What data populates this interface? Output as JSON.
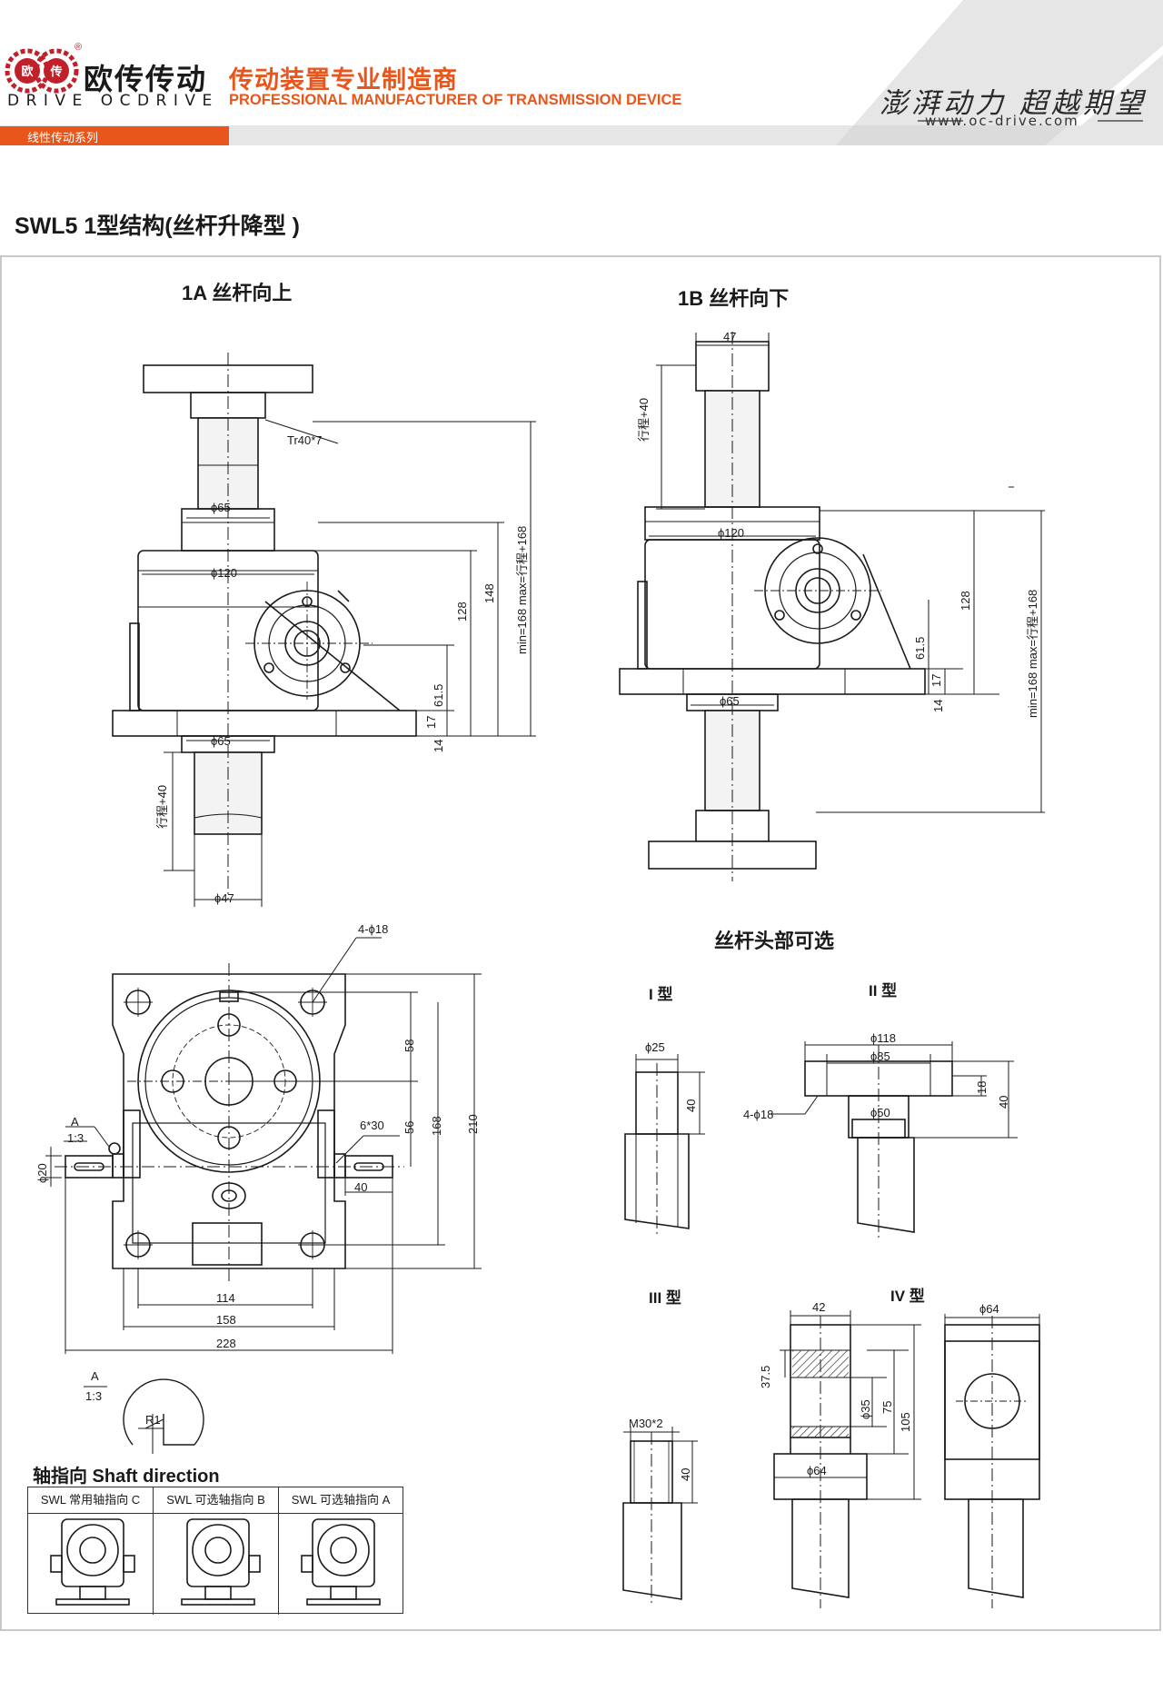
{
  "header": {
    "brand_cn": "欧传传动",
    "brand_en": "DRIVE OCDRIVE",
    "logo_glyph_left": "欧",
    "logo_glyph_right": "传",
    "registered": "®",
    "slogan_cn": "传动装置专业制造商",
    "slogan_en": "PROFESSIONAL MANUFACTURER OF TRANSMISSION DEVICE",
    "hand_slogan": "澎湃动力 超越期望",
    "website": "www.oc-drive.com",
    "series_label": "线性传动系列",
    "accent_color": "#e8561c",
    "band_color": "#e6e6e6"
  },
  "page_title": "SWL5 1型结构(丝杆升降型 )",
  "views": {
    "a": {
      "title": "1A 丝杆向上",
      "thread": "Tr40*7",
      "dia_screw": "ϕ65",
      "dia_body": "ϕ120",
      "dia_bottom": "ϕ65",
      "dia_tube": "ϕ47",
      "d128": "128",
      "d148": "148",
      "d168": "min=168 max=行程+168",
      "d615": "61.5",
      "d17": "17",
      "d14": "14",
      "stroke": "行程+40"
    },
    "b": {
      "title": "1B 丝杆向下",
      "d47": "47",
      "stroke": "行程+40",
      "dia_body": "ϕ120",
      "d128": "128",
      "d615": "61.5",
      "d17": "17",
      "d14": "14",
      "dia_bottom": "ϕ65",
      "d168": "min=168 max=行程+168"
    }
  },
  "top_view": {
    "holes": "4-ϕ18",
    "d58": "58",
    "d56": "56",
    "d168": "168",
    "d210": "210",
    "key": "6*30",
    "d40": "40",
    "shaft_dia": "ϕ20",
    "detail_ref": "A",
    "detail_scale": "1:3",
    "d114": "114",
    "d158": "158",
    "d228": "228"
  },
  "detail": {
    "ref": "A",
    "scale": "1:3",
    "radius": "R1"
  },
  "heads": {
    "title": "丝杆头部可选",
    "t1": {
      "label": "I 型",
      "dia": "ϕ25",
      "d40": "40"
    },
    "t2": {
      "label": "II 型",
      "d118": "ϕ118",
      "d85": "ϕ85",
      "d50": "ϕ50",
      "holes": "4-ϕ18",
      "d18": "18",
      "d40": "40"
    },
    "t3": {
      "label": "III 型",
      "thread": "M30*2",
      "d40": "40"
    },
    "t4": {
      "label": "IV 型",
      "d42": "42",
      "d375": "37.5",
      "d35": "ϕ35",
      "d75": "75",
      "d105": "105",
      "d64": "ϕ64",
      "side_dia": "ϕ64"
    }
  },
  "shaft": {
    "title": "轴指向 Shaft direction",
    "cells": [
      "SWL 常用轴指向 C",
      "SWL 可选轴指向 B",
      "SWL 可选轴指向 A"
    ]
  }
}
